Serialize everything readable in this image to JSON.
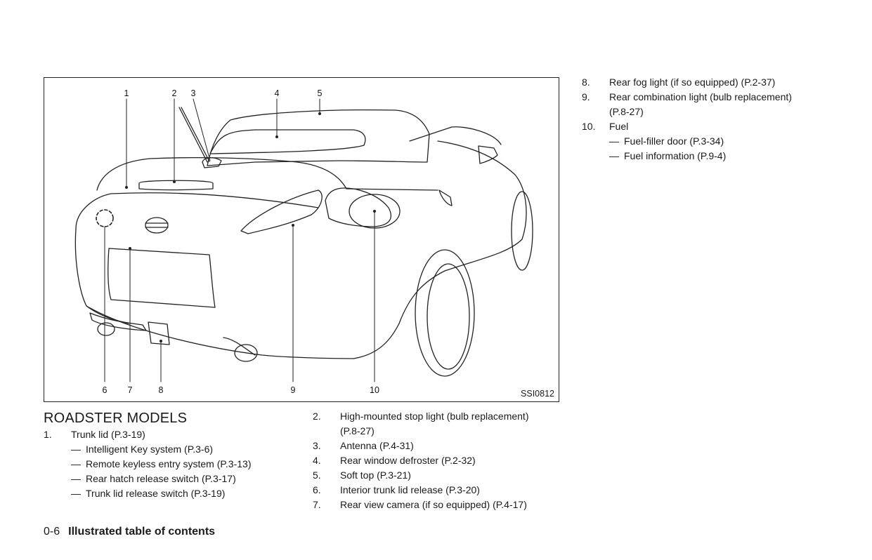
{
  "figure": {
    "code": "SSI0812",
    "top_callouts": [
      "1",
      "2",
      "3",
      "4",
      "5"
    ],
    "bottom_callouts": [
      "6",
      "7",
      "8",
      "9",
      "10"
    ]
  },
  "section_heading": "ROADSTER MODELS",
  "item1": {
    "num": "1.",
    "label": "Trunk lid (P.3-19)",
    "subs": [
      "Intelligent Key system (P.3-6)",
      "Remote keyless entry system (P.3-13)",
      "Rear hatch release switch (P.3-17)",
      "Trunk lid release switch (P.3-19)"
    ]
  },
  "middle_items": [
    {
      "num": "2.",
      "label": "High-mounted stop light (bulb replacement)",
      "label2": "(P.8-27)"
    },
    {
      "num": "3.",
      "label": "Antenna (P.4-31)"
    },
    {
      "num": "4.",
      "label": "Rear window defroster (P.2-32)"
    },
    {
      "num": "5.",
      "label": "Soft top (P.3-21)"
    },
    {
      "num": "6.",
      "label": "Interior trunk lid release (P.3-20)"
    },
    {
      "num": "7.",
      "label": "Rear view camera (if so equipped) (P.4-17)"
    }
  ],
  "right_items": [
    {
      "num": "8.",
      "label": "Rear fog light (if so equipped) (P.2-37)"
    },
    {
      "num": "9.",
      "label": "Rear combination light (bulb replacement)",
      "label2": "(P.8-27)"
    },
    {
      "num": "10.",
      "label": "Fuel",
      "subs": [
        "Fuel-filler door (P.3-34)",
        "Fuel information (P.9-4)"
      ]
    }
  ],
  "dash": "—",
  "footer": {
    "page": "0-6",
    "section": "Illustrated table of contents"
  }
}
